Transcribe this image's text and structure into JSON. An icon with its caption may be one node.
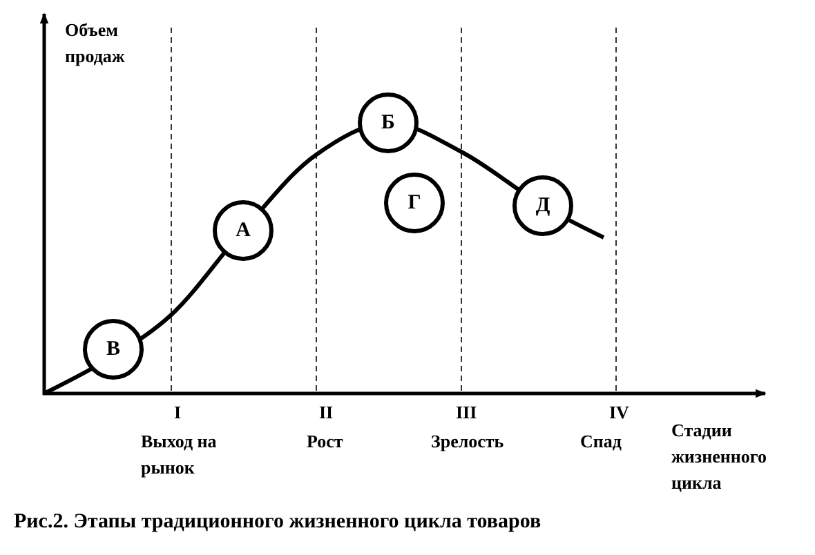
{
  "diagram": {
    "caption": "Рис.2. Этапы традиционного жизненного цикла товаров",
    "nodes": [
      {
        "text": [
          "В"
        ]
      },
      {
        "text": [
          "А"
        ]
      },
      {
        "text": [
          "Б"
        ]
      },
      {
        "text": [
          "Г"
        ]
      },
      {
        "text": [
          "Д"
        ]
      }
    ],
    "labels": [
      "Объем продаж",
      "I",
      "II",
      "III",
      "IV",
      "Стадии жизненного цикла",
      "Выход на рынок",
      "Рост",
      "Зрелость",
      "Спад"
    ]
  }
}
